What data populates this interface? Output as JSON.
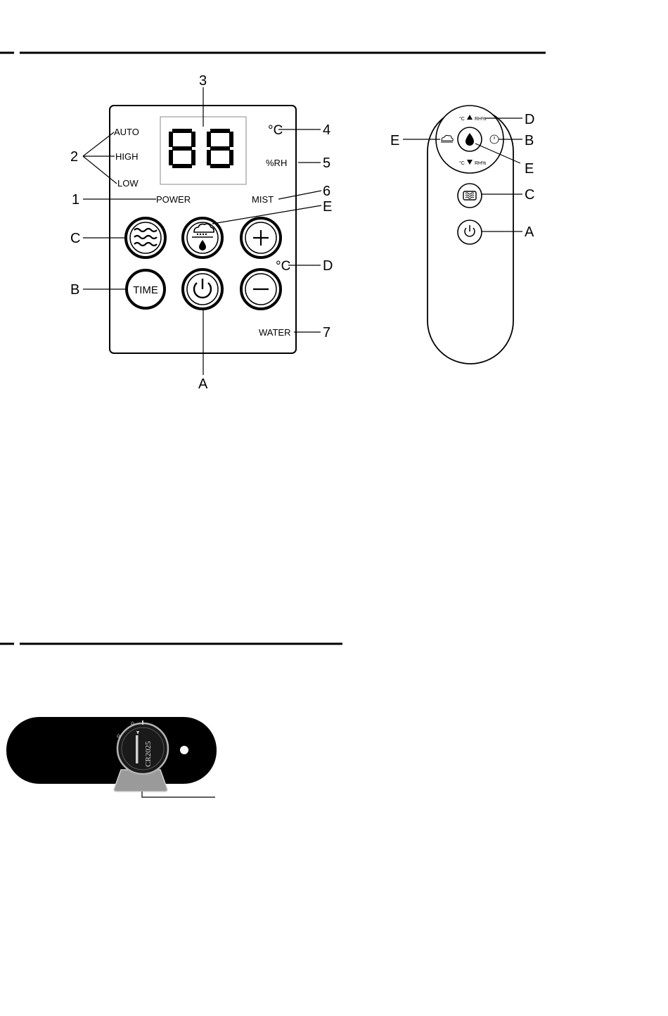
{
  "panel": {
    "display_digits": "88",
    "labels": {
      "auto": "AUTO",
      "high": "HIGH",
      "low": "LOW",
      "power": "POWER",
      "mist": "MIST",
      "celsius": "°C",
      "rh": "%RH",
      "water": "WATER",
      "time": "TIME",
      "celsius_d": "°C"
    },
    "callouts": {
      "n1": "1",
      "n2": "2",
      "n3": "3",
      "n4": "4",
      "n5": "5",
      "n6": "6",
      "n7": "7",
      "a": "A",
      "b": "B",
      "c": "C",
      "d": "D",
      "e": "E"
    }
  },
  "remote": {
    "up_label_c": "°C",
    "up_label_rh": "RH%",
    "down_label_c": "°C",
    "down_label_rh": "RH%",
    "callouts": {
      "d": "D",
      "b": "B",
      "e_left": "E",
      "e_right": "E",
      "c": "C",
      "a": "A"
    }
  },
  "battery": {
    "label": "CR2025",
    "lock_glyph": "⌂",
    "unlock_glyph": "⌂"
  },
  "icons": [
    "wind-icon",
    "mist-icon",
    "plus-icon",
    "minus-icon",
    "power-icon",
    "drop-icon",
    "timer-icon"
  ]
}
